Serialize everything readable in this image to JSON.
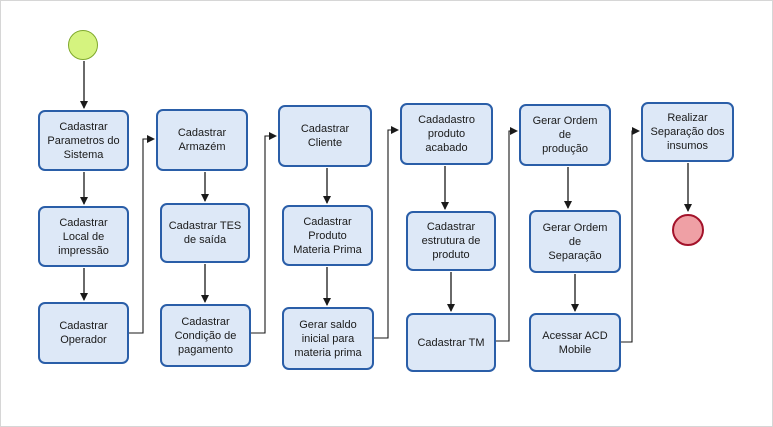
{
  "diagram": {
    "nodes": [
      {
        "id": "n1",
        "label": "Cadastrar\nParametros do\nSistema"
      },
      {
        "id": "n2",
        "label": "Cadastrar\nLocal de\nimpressão"
      },
      {
        "id": "n3",
        "label": "Cadastrar\nOperador"
      },
      {
        "id": "n4",
        "label": "Cadastrar\nArmazém"
      },
      {
        "id": "n5",
        "label": "Cadastrar TES\nde saída"
      },
      {
        "id": "n6",
        "label": "Cadastrar\nCondição de\npagamento"
      },
      {
        "id": "n7",
        "label": "Cadastrar\nCliente"
      },
      {
        "id": "n8",
        "label": "Cadastrar\nProduto\nMateria Prima"
      },
      {
        "id": "n9",
        "label": "Gerar saldo\ninicial para\nmateria prima"
      },
      {
        "id": "n10",
        "label": "Cadadastro\nproduto\nacabado"
      },
      {
        "id": "n11",
        "label": "Cadastrar\nestrutura de\nproduto"
      },
      {
        "id": "n12",
        "label": "Cadastrar TM"
      },
      {
        "id": "n13",
        "label": "Gerar Ordem de\nprodução"
      },
      {
        "id": "n14",
        "label": "Gerar Ordem de\nSeparação"
      },
      {
        "id": "n15",
        "label": "Acessar ACD\nMobile"
      },
      {
        "id": "n16",
        "label": "Realizar\nSeparação dos\ninsumos"
      }
    ],
    "edges": [
      [
        "start",
        "n1"
      ],
      [
        "n1",
        "n2"
      ],
      [
        "n2",
        "n3"
      ],
      [
        "n3",
        "n4"
      ],
      [
        "n4",
        "n5"
      ],
      [
        "n5",
        "n6"
      ],
      [
        "n6",
        "n7"
      ],
      [
        "n7",
        "n8"
      ],
      [
        "n8",
        "n9"
      ],
      [
        "n9",
        "n10"
      ],
      [
        "n10",
        "n11"
      ],
      [
        "n11",
        "n12"
      ],
      [
        "n12",
        "n13"
      ],
      [
        "n13",
        "n14"
      ],
      [
        "n14",
        "n15"
      ],
      [
        "n15",
        "n16"
      ],
      [
        "n16",
        "end"
      ]
    ],
    "colors": {
      "task_fill": "#dde8f7",
      "task_border": "#2a5ea8",
      "start_fill": "#d5f37f",
      "end_fill": "#efa0a5",
      "end_border": "#a3122a",
      "connector": "#1a1a1a"
    }
  }
}
